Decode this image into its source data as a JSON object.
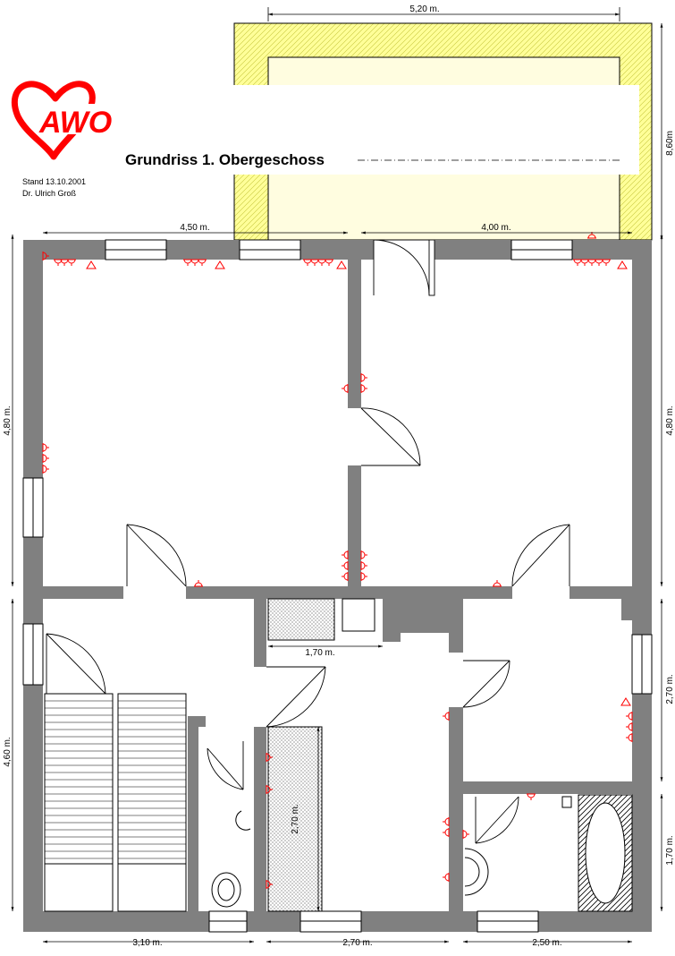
{
  "header": {
    "logo_text": "AWO",
    "title": "Grundriss 1. Obergeschoss",
    "date": "Stand 13.10.2001",
    "author": "Dr. Ulrich Groß"
  },
  "dimensions": {
    "top_balcony": "5,20 m.",
    "right_balcony": "8,60m",
    "top_left": "4,50 m.",
    "top_right": "4,00 m.",
    "left_upper": "4,80 m.",
    "right_upper": "4,80 m.",
    "left_lower": "4,60 m.",
    "right_middle": "2,70 m.",
    "right_lower": "1,70 m.",
    "closet_width": "1,70 m.",
    "corridor_length": "2,70 m.",
    "bottom_left": "3,10 m.",
    "bottom_middle": "2,70 m.",
    "bottom_right": "2,50 m."
  },
  "colors": {
    "wall": "#808080",
    "balcony_fill": "#ffff99",
    "electrical": "#ff0000",
    "logo": "#ff0000"
  }
}
